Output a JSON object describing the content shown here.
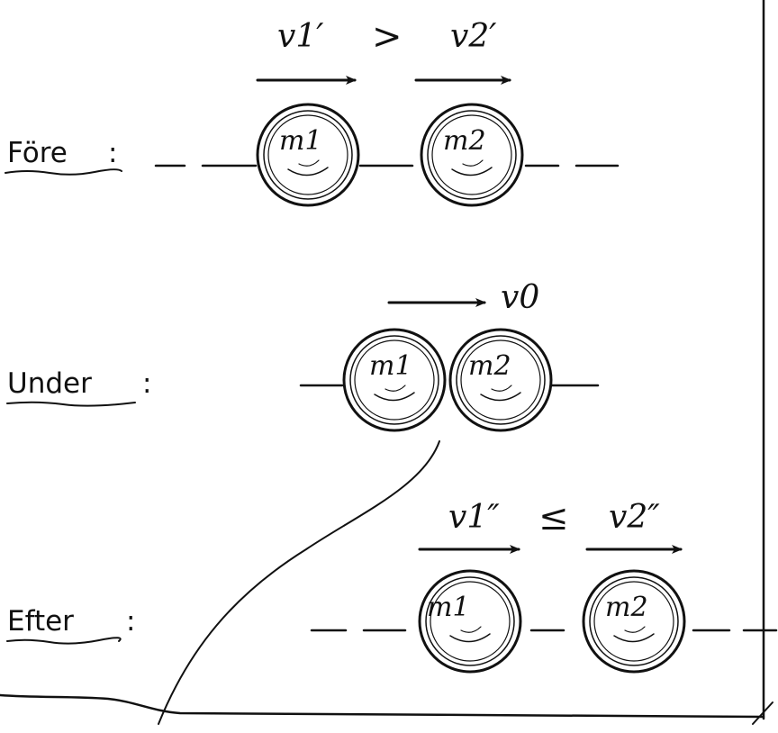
{
  "rows": {
    "before": {
      "label": "Före",
      "sep": ":",
      "left_symbol": "v1′",
      "relation": ">",
      "right_symbol": "v2′",
      "ball1": "m1",
      "ball2": "m2"
    },
    "during": {
      "label": "Under",
      "sep": ":",
      "velocity_symbol": "v0",
      "ball1": "m1",
      "ball2": "m2"
    },
    "after": {
      "label": "Efter",
      "sep": ":",
      "left_symbol": "v1″",
      "relation": "≤",
      "right_symbol": "v2″",
      "ball1": "m1",
      "ball2": "m2"
    }
  }
}
